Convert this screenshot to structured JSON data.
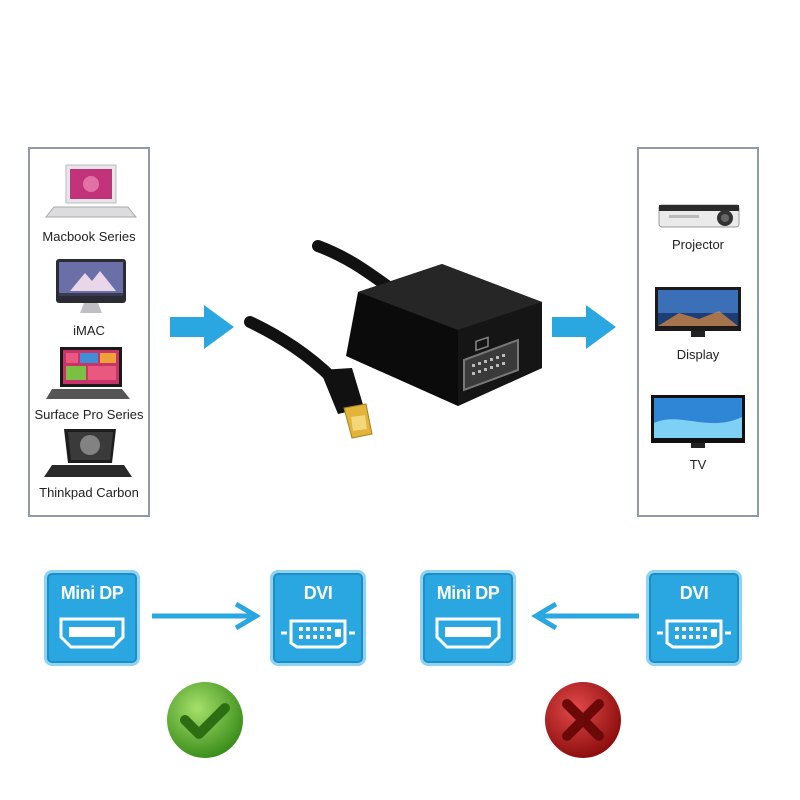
{
  "sources": {
    "items": [
      {
        "label": "Macbook Series",
        "icon": "laptop-icon"
      },
      {
        "label": "iMAC",
        "icon": "imac-icon"
      },
      {
        "label": "Surface Pro Series",
        "icon": "tablet-icon"
      },
      {
        "label": "Thinkpad Carbon",
        "icon": "laptop-icon"
      }
    ]
  },
  "targets": {
    "items": [
      {
        "label": "Projector",
        "icon": "projector-icon"
      },
      {
        "label": "Display",
        "icon": "monitor-icon"
      },
      {
        "label": "TV",
        "icon": "tv-icon"
      }
    ]
  },
  "flows": [
    {
      "from": "Mini DP",
      "to": "DVI",
      "supported": true
    },
    {
      "from": "Mini DP",
      "to": "DVI",
      "supported": false
    }
  ],
  "colors": {
    "accent": "#2aa7e1",
    "ok": "#5fb833",
    "bad": "#c41d1d"
  }
}
